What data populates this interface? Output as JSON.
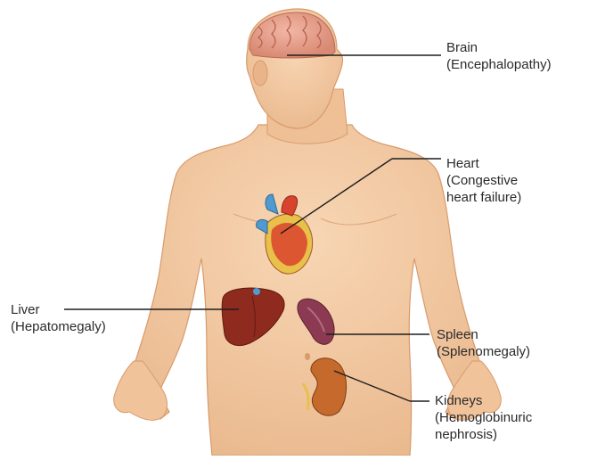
{
  "labels": {
    "brain": {
      "organ": "Brain",
      "condition": "(Encephalopathy)"
    },
    "heart": {
      "organ": "Heart",
      "condition_line1": "(Congestive",
      "condition_line2": "heart failure)"
    },
    "liver": {
      "organ": "Liver",
      "condition": "(Hepatomegaly)"
    },
    "spleen": {
      "organ": "Spleen",
      "condition": "(Splenomegaly)"
    },
    "kidneys": {
      "organ": "Kidneys",
      "condition_line1": "(Hemoglobinuric",
      "condition_line2": "nephrosis)"
    }
  },
  "colors": {
    "skin": "#f4c9a0",
    "skin_shadow": "#e2a77a",
    "brain": "#e8a08c",
    "heart_red": "#d9432e",
    "heart_blue": "#4f9ad0",
    "heart_yellow": "#e8c04a",
    "liver": "#8e2a1e",
    "spleen": "#8c3a52",
    "kidney": "#c56a2c",
    "leader_line": "#1e1e1e"
  }
}
